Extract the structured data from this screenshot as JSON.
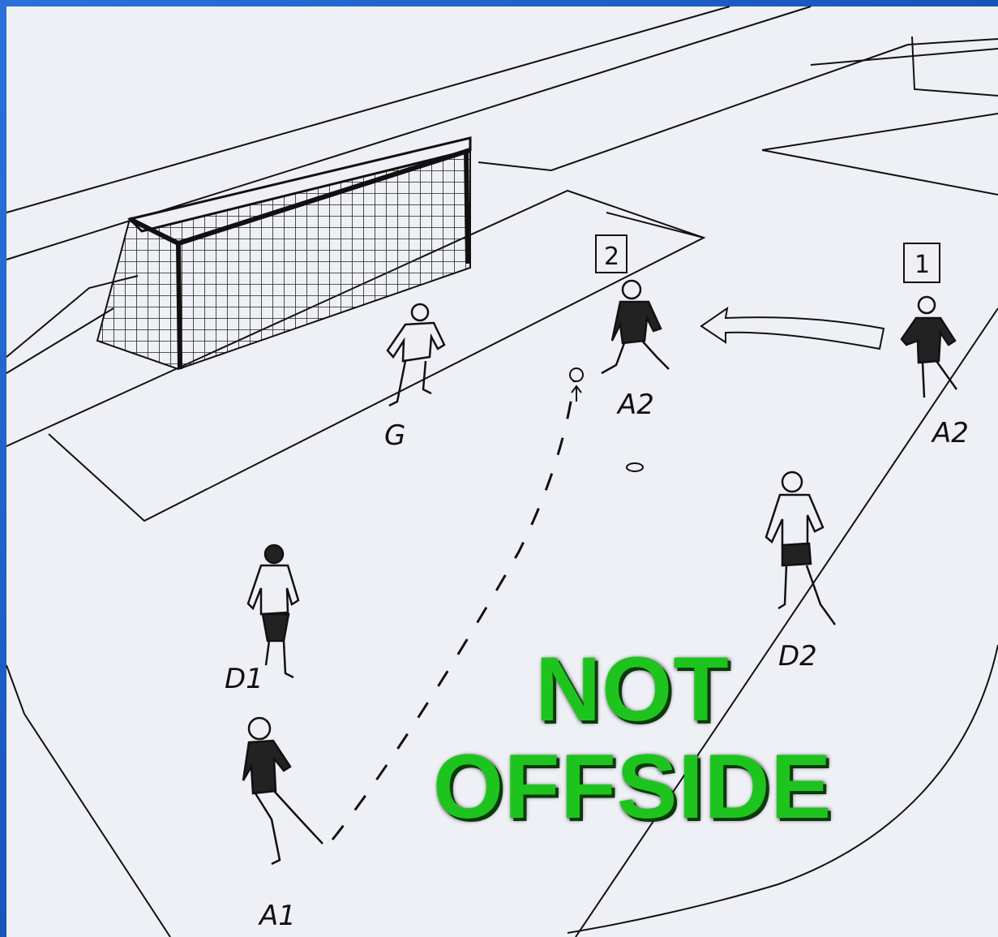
{
  "diagram": {
    "labels": {
      "goalkeeper": "G",
      "attacker_a2_receiving": "A2",
      "attacker_a2_start": "A2",
      "defender_d1": "D1",
      "defender_d2": "D2",
      "attacker_a1_passer": "A1"
    },
    "position_boxes": {
      "start": "1",
      "end": "2"
    },
    "verdict": {
      "line1": "NOT",
      "line2": "OFFSIDE",
      "color": "#1ec41e"
    },
    "colors": {
      "background": "#1f5fc4",
      "pitch": "#eef0f5",
      "ink": "#111111"
    }
  }
}
